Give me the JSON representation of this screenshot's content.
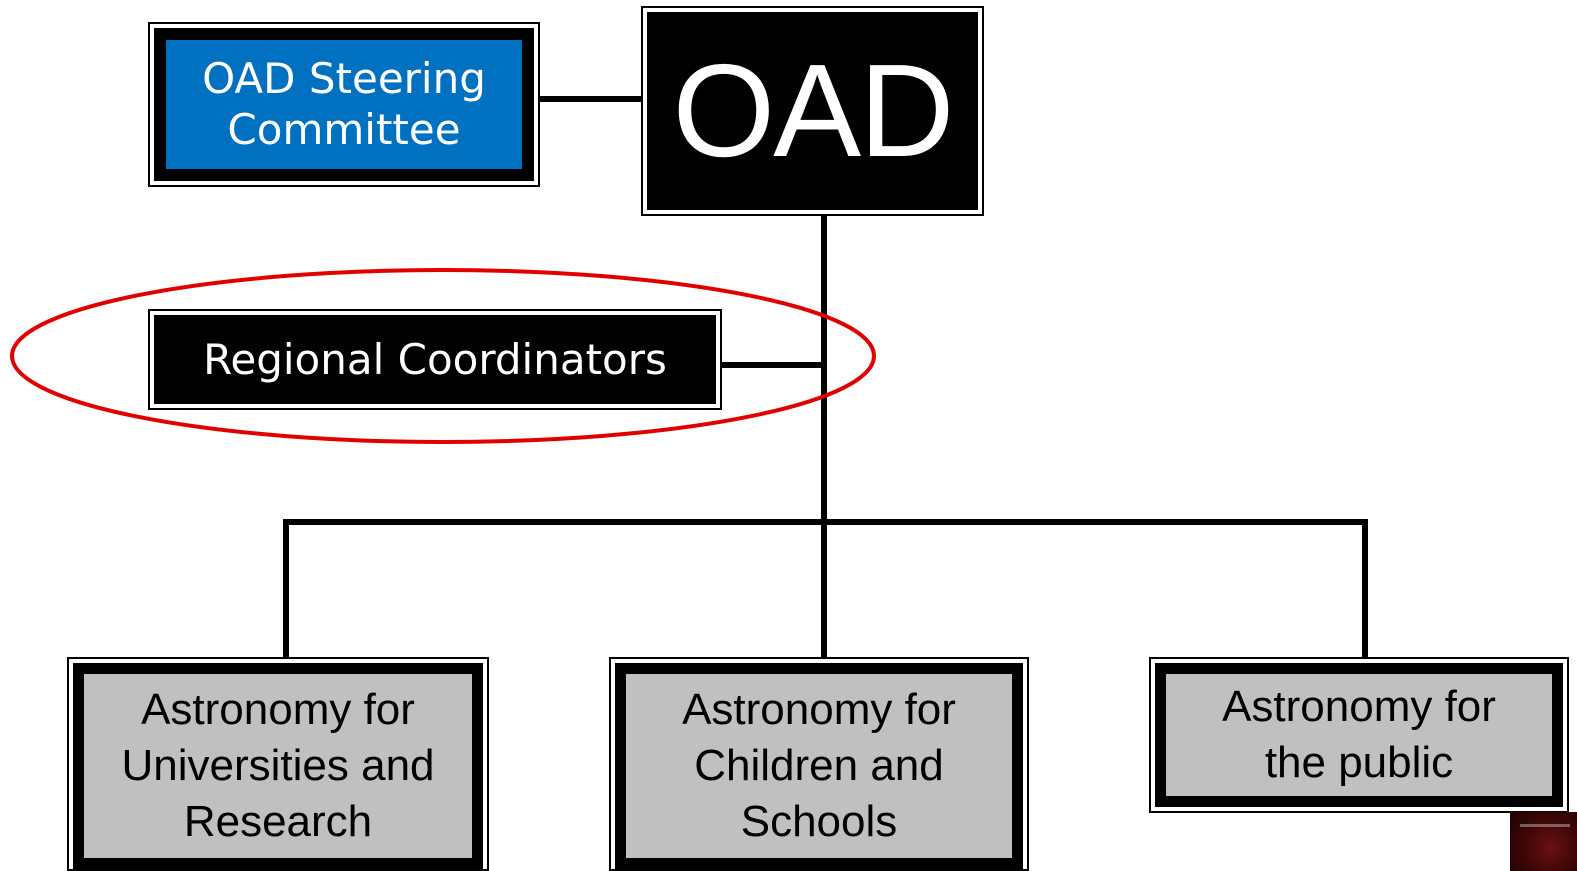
{
  "diagram": {
    "root": {
      "label": "OAD"
    },
    "steering": {
      "label": "OAD Steering\nCommittee"
    },
    "regional": {
      "label": "Regional Coordinators"
    },
    "branches": [
      {
        "label": "Astronomy for\nUniversities and\nResearch"
      },
      {
        "label": "Astronomy for\nChildren and\nSchools"
      },
      {
        "label": "Astronomy for\nthe public"
      }
    ],
    "colors": {
      "box_dark": "#000000",
      "steering_fill": "#0070c0",
      "branch_fill": "#c0c0c0",
      "highlight_ellipse": "#e00000",
      "connector": "#000000"
    }
  }
}
